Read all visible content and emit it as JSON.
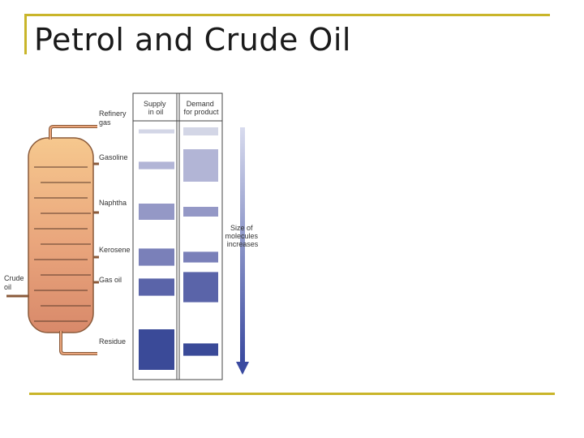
{
  "slide": {
    "title": "Petrol and Crude Oil"
  },
  "diagram": {
    "feed_label": [
      "Crude",
      "oil"
    ],
    "fraction_labels": [
      [
        "Refinery",
        "gas"
      ],
      [
        "Gasoline"
      ],
      [
        "Naphtha"
      ],
      [
        "Kerosene"
      ],
      [
        "Gas oil"
      ],
      [
        "Residue"
      ]
    ],
    "column_headers": {
      "supply": [
        "Supply",
        "in oil"
      ],
      "demand": [
        "Demand",
        "for product"
      ]
    },
    "arrow_label": [
      "Size of",
      "molecules",
      "increases"
    ],
    "fractions": [
      {
        "name": "Refinery gas",
        "supply": 0.1,
        "demand": 0.25,
        "color": "#d3d6e6"
      },
      {
        "name": "Gasoline",
        "supply": 0.23,
        "demand": 1.0,
        "color": "#b2b5d6"
      },
      {
        "name": "Naphtha",
        "supply": 0.5,
        "demand": 0.3,
        "color": "#9498c6"
      },
      {
        "name": "Kerosene",
        "supply": 0.53,
        "demand": 0.33,
        "color": "#7a80b9"
      },
      {
        "name": "Gas oil",
        "supply": 0.53,
        "demand": 0.93,
        "color": "#5a64a9"
      },
      {
        "name": "Residue",
        "supply": 1.25,
        "demand": 0.38,
        "color": "#3a4a98"
      }
    ]
  }
}
